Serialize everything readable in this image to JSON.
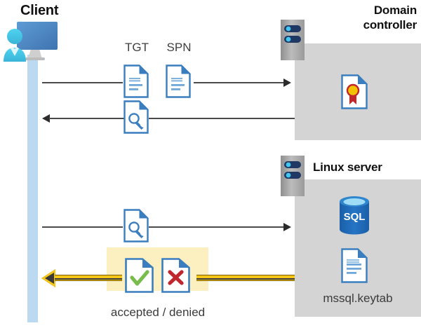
{
  "diagram": {
    "title": "Kerberos authentication flow between Client, Domain controller and Linux server",
    "type": "sequence-diagram"
  },
  "actors": {
    "client": {
      "label": "Client",
      "icon": "user-computer-icon"
    },
    "domain_controller": {
      "label": "Domain\ncontroller",
      "line1": "Domain",
      "line2": "controller",
      "icon": "server-rack-icon"
    },
    "linux_server": {
      "label": "Linux server",
      "icon": "server-rack-icon"
    }
  },
  "domain_controller_panel": {
    "items": [
      {
        "name": "certificate-document",
        "icon": "certificate-icon",
        "label": ""
      }
    ]
  },
  "linux_server_panel": {
    "items": [
      {
        "name": "sql-database",
        "icon": "sql-database-icon",
        "label": "SQL"
      },
      {
        "name": "keytab-document",
        "icon": "document-icon",
        "label": "mssql.keytab"
      }
    ],
    "sql_label": "SQL",
    "keytab_label": "mssql.keytab"
  },
  "messages": [
    {
      "id": "msg-1",
      "direction": "right",
      "from": "client",
      "to": "domain_controller",
      "labels": [
        "TGT",
        "SPN"
      ],
      "icons": [
        "document-icon",
        "document-icon"
      ]
    },
    {
      "id": "msg-2",
      "direction": "left",
      "from": "domain_controller",
      "to": "client",
      "labels": [],
      "icons": [
        "document-key-icon"
      ]
    },
    {
      "id": "msg-3",
      "direction": "right",
      "from": "client",
      "to": "linux_server",
      "labels": [],
      "icons": [
        "document-key-icon"
      ]
    },
    {
      "id": "msg-4",
      "direction": "left",
      "from": "linux_server",
      "to": "client",
      "labels": [
        "accepted / denied"
      ],
      "icons": [
        "document-check-icon",
        "document-cross-icon"
      ],
      "highlighted": true,
      "caption": "accepted / denied"
    }
  ],
  "labels": {
    "tgt": "TGT",
    "spn": "SPN",
    "accepted_denied": "accepted / denied"
  },
  "colors": {
    "panel_gray": "#d4d4d4",
    "timeline_blue": "#bcd9f2",
    "doc_blue": "#3a7ebf",
    "gold": "#f5c518",
    "gold_dark": "#7a5c00",
    "check_green": "#77bc4d",
    "cross_red": "#c0272d",
    "highlight_yellow": "#fcf0c0",
    "text_dark": "#111111",
    "caption_gray": "#3b3b3b",
    "server_gray": "#a8a8a8",
    "server_navy": "#1f3864",
    "server_cyan": "#41c7f0",
    "sql_blue": "#1b5fa8",
    "cert_gold": "#f2c200",
    "cert_red": "#c0272d",
    "person_cyan": "#35c6e8",
    "monitor_blue": "#4b8ec9"
  }
}
